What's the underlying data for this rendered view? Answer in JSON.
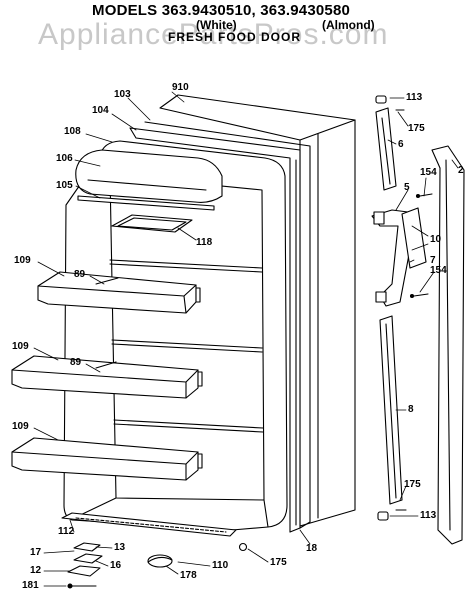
{
  "header": {
    "models": "MODELS 363.9430510, 363.9430580",
    "white": "(White)",
    "almond": "(Almond)",
    "section": "FRESH FOOD DOOR",
    "watermark": "AppliancePartsPros.com"
  },
  "callouts": {
    "c910": "910",
    "c103": "103",
    "c104": "104",
    "c108": "108",
    "c106": "106",
    "c105": "105",
    "c118": "118",
    "c109a": "109",
    "c89a": "89",
    "c109b": "109",
    "c89b": "89",
    "c109c": "109",
    "c112": "112",
    "c13": "13",
    "c17": "17",
    "c16": "16",
    "c12": "12",
    "c181": "181",
    "c178": "178",
    "c110": "110",
    "c175b": "175",
    "c18": "18",
    "c113a": "113",
    "c175a": "175",
    "c6": "6",
    "c2": "2",
    "c154a": "154",
    "c5": "5",
    "c10": "10",
    "c7": "7",
    "c154b": "154",
    "c8": "8",
    "c175c": "175",
    "c113b": "113"
  },
  "colors": {
    "ink": "#000000",
    "watermark": "#c8c8c8"
  }
}
